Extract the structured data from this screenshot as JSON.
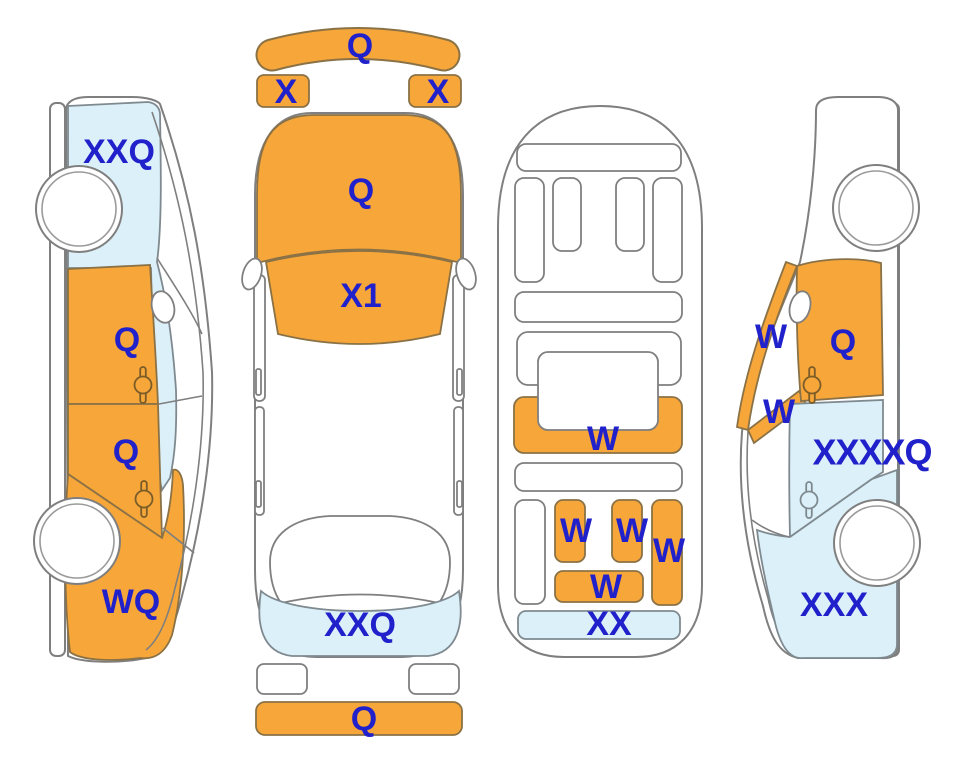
{
  "title": "Vehicle condition damage diagram",
  "colors": {
    "panel_orange": "#F7A63A",
    "panel_lightblue": "#DCF0F9",
    "label_blue": "#2121CB",
    "outline_gray": "#7F7F7F",
    "panel_outline_brown": "#8A7246"
  },
  "views": {
    "left_side": {
      "labels": {
        "front_fender": "XXQ",
        "front_door": "Q",
        "rear_door": "Q",
        "rear_quarter": "WQ"
      }
    },
    "top": {
      "labels": {
        "front_bumper": "Q",
        "headlight_left": "X",
        "headlight_right": "X",
        "hood": "Q",
        "windshield": "X1",
        "trunk": "XXQ",
        "rear_bumper": "Q"
      }
    },
    "underbody": {
      "labels": {
        "front_member": "W",
        "center_left": "W",
        "center_mid": "W",
        "side_member": "W",
        "rear_member": "W",
        "rear_panel": "XX"
      }
    },
    "right_side": {
      "labels": {
        "front_pillar": "W",
        "front_door": "Q",
        "center_pillar": "W",
        "rear_door": "XXXXQ",
        "rear_quarter": "XXX"
      }
    }
  }
}
